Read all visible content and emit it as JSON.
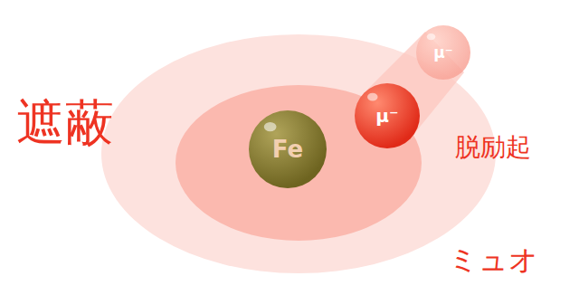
{
  "diagram": {
    "nodes": [
      {
        "text": [
          "Fe"
        ]
      },
      {
        "text": [
          "μ⁻"
        ]
      },
      {
        "text": [
          "μ⁻"
        ]
      }
    ],
    "labels": [
      "遮蔽",
      "脱励起",
      "ミュオ"
    ]
  }
}
